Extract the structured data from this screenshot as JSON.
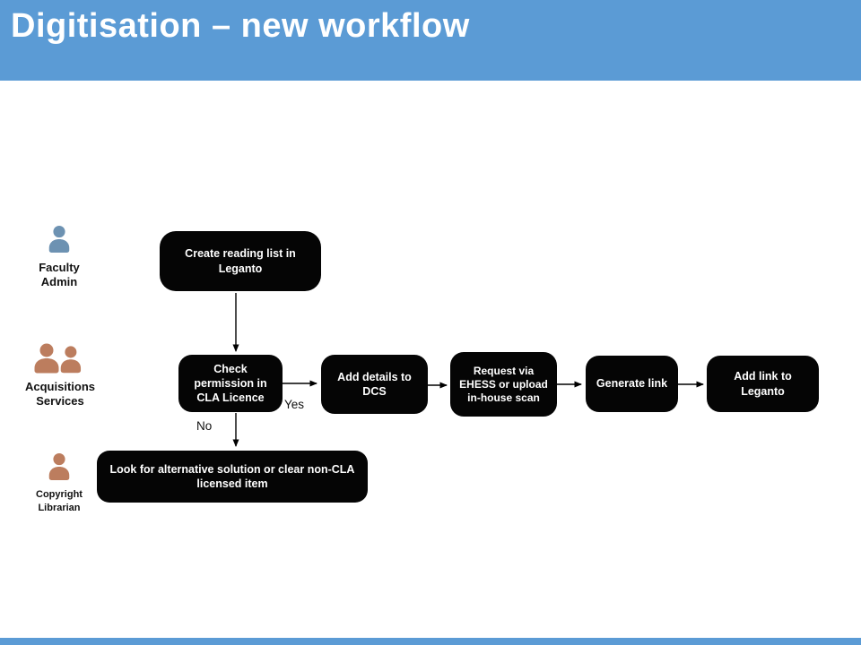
{
  "slide": {
    "title": "Digitisation – new workflow"
  },
  "colors": {
    "accent_blue": "#5B9BD5",
    "box_background": "#050505",
    "box_text": "#FFFFFF",
    "faculty_icon_blue": "#6D92B2",
    "staff_icon_brown": "#BC7D5E"
  },
  "roles": [
    {
      "name": "Faculty Admin",
      "icon": "person-icon",
      "label_lines": [
        "Faculty",
        "Admin"
      ]
    },
    {
      "name": "Acquisitions Services",
      "icon": "people-icon",
      "label_lines": [
        "Acquisitions",
        "Services"
      ]
    },
    {
      "name": "Copyright Librarian",
      "icon": "person-icon",
      "label_lines": [
        "Copyright",
        "Librarian"
      ]
    }
  ],
  "flow": {
    "boxes": [
      {
        "label": "Create reading list in Leganto"
      },
      {
        "label": "Check permission in CLA Licence"
      },
      {
        "label": "Add details to DCS"
      },
      {
        "label": "Request via EHESS or upload in-house scan"
      },
      {
        "label": "Generate link"
      },
      {
        "label": "Add link to Leganto"
      },
      {
        "label": "Look for alternative solution or clear non-CLA licensed item"
      }
    ],
    "branch_labels": {
      "yes": "Yes",
      "no": "No"
    }
  }
}
